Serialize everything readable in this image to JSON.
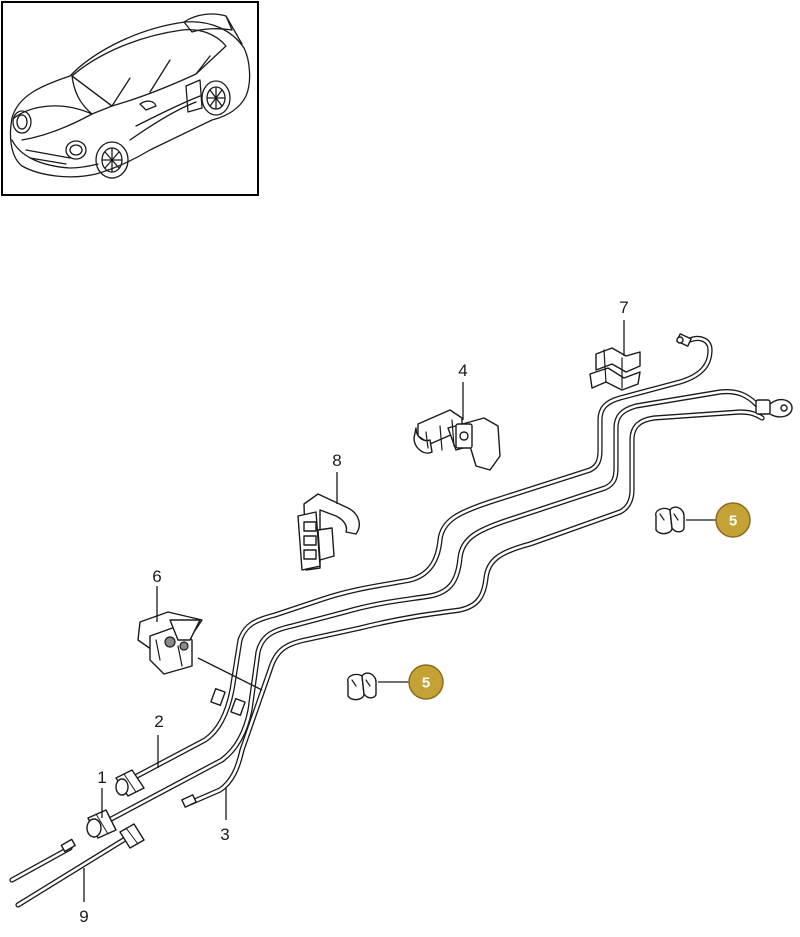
{
  "callouts": [
    {
      "id": "1",
      "label": "1"
    },
    {
      "id": "2",
      "label": "2"
    },
    {
      "id": "3",
      "label": "3"
    },
    {
      "id": "4",
      "label": "4"
    },
    {
      "id": "6",
      "label": "6"
    },
    {
      "id": "7",
      "label": "7"
    },
    {
      "id": "8",
      "label": "8"
    },
    {
      "id": "9",
      "label": "9"
    }
  ],
  "highlighted_callouts": [
    {
      "id": "5a",
      "label": "5"
    },
    {
      "id": "5b",
      "label": "5"
    }
  ],
  "colors": {
    "badge_fill": "#c4a236",
    "line": "#1a1a1a",
    "background": "#ffffff"
  },
  "icons": {
    "thumbnail": "sports-car-coupe-icon"
  }
}
